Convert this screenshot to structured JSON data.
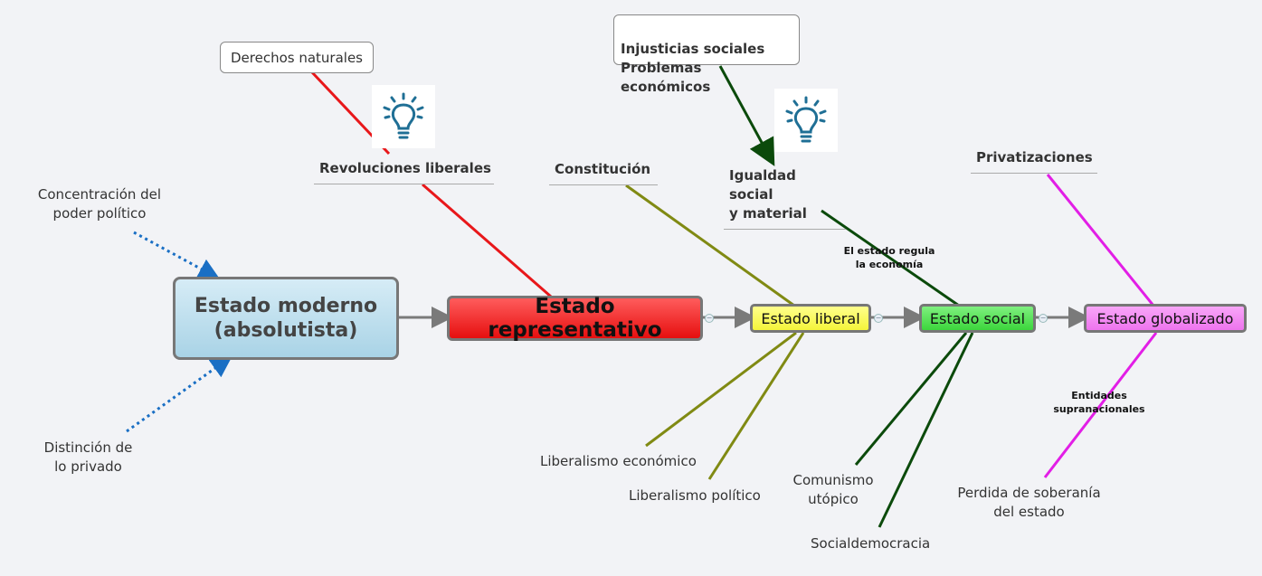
{
  "nodes": {
    "estado_moderno": "Estado moderno\n(absolutista)",
    "estado_representativo": "Estado representativo",
    "estado_liberal": "Estado liberal",
    "estado_social": "Estado social",
    "estado_globalizado": "Estado globalizado"
  },
  "labels": {
    "concentracion": "Concentración del\npoder político",
    "distincion": "Distinción de\nlo privado",
    "derechos_naturales": "Derechos naturales",
    "revoluciones_liberales": "Revoluciones liberales",
    "constitucion": "Constitución",
    "injusticias": "Injusticias sociales\nProblemas económicos",
    "igualdad": "Igualdad social\ny material",
    "estado_regula": "El estado regula\nla economía",
    "privatizaciones": "Privatizaciones",
    "entidades": "Entidades\nsupranacionales",
    "liberalismo_economico": "Liberalismo económico",
    "liberalismo_politico": "Liberalismo político",
    "comunismo": "Comunismo\nutópico",
    "socialdemocracia": "Socialdemocracia",
    "perdida": "Perdida de soberanía\ndel estado"
  },
  "colors": {
    "red": "#e8171a",
    "olive": "#808a13",
    "dark_green": "#0b4a0b",
    "magenta": "#e21ee6",
    "blue_dotted": "#1a6fc4",
    "connector": "#7a7a7a"
  },
  "icons": [
    "lightbulb-icon",
    "lightbulb-icon"
  ]
}
